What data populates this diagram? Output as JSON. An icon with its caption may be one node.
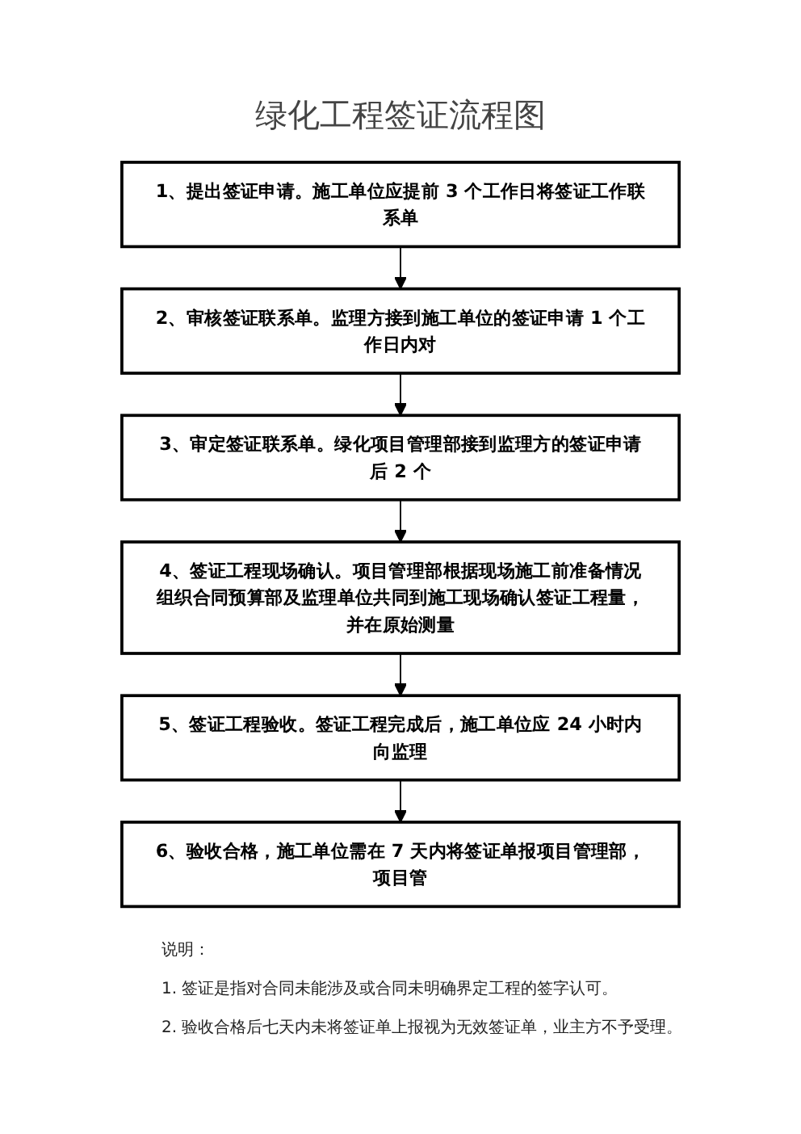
{
  "diagram": {
    "title": "绿化工程签证流程图",
    "nodes": [
      {
        "text": [
          "1、提出签证申请。施工单位应提前 3 个工作日将签证工作联系单"
        ]
      },
      {
        "text": [
          "2、审核签证联系单。监理方接到施工单位的签证申请 1 个工作日内对"
        ]
      },
      {
        "text": [
          "3、审定签证联系单。绿化项目管理部接到监理方的签证申请后 2 个"
        ]
      },
      {
        "text": [
          "4、签证工程现场确认。项目管理部根据现场施工前准备情况组织合同预算部及监理单位共同到施工现场确认签证工程量，并在原始测量"
        ]
      },
      {
        "text": [
          "5、签证工程验收。签证工程完成后，施工单位应 24 小时内向监理"
        ]
      },
      {
        "text": [
          "6、验收合格，施工单位需在 7 天内将签证单报项目管理部，项目管"
        ]
      }
    ],
    "edges": [
      {
        "from": 0,
        "to": 1,
        "arrow": "to"
      },
      {
        "from": 1,
        "to": 2,
        "arrow": "to"
      },
      {
        "from": 2,
        "to": 3,
        "arrow": "to"
      },
      {
        "from": 3,
        "to": 4,
        "arrow": "to"
      },
      {
        "from": 4,
        "to": 5,
        "arrow": "to"
      }
    ],
    "labels": [
      "说明：",
      "1. 签证是指对合同未能涉及或合同未明确界定工程的签字认可。",
      "2. 验收合格后七天内未将签证单上报视为无效签证单，业主方不予受理。"
    ]
  }
}
